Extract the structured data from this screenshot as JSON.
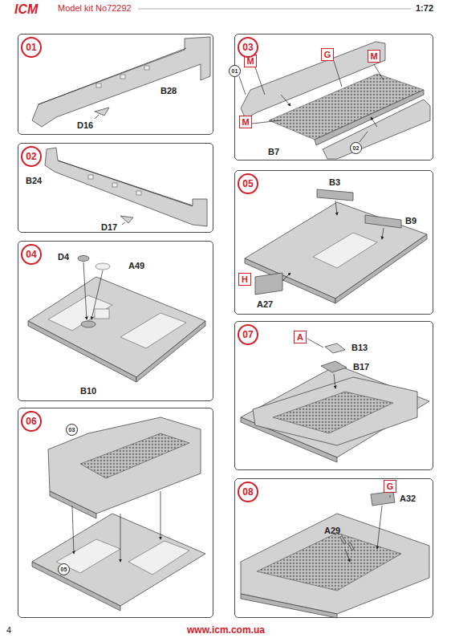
{
  "diagram": {
    "nodes": [
      {
        "text": [
          "01"
        ]
      },
      {
        "text": [
          "03"
        ]
      },
      {
        "text": [
          "G"
        ],
        "in": 1
      },
      {
        "text": [
          "M"
        ],
        "in": 1
      },
      {
        "text": [
          "M"
        ],
        "in": 1
      },
      {
        "text": [
          "01"
        ],
        "in": 1
      },
      {
        "text": [
          "M"
        ],
        "in": 1
      },
      {
        "text": [
          "02"
        ],
        "in": 1
      },
      {
        "text": [
          "02"
        ]
      },
      {
        "text": [
          "05"
        ]
      },
      {
        "text": [
          "H"
        ],
        "in": 9
      },
      {
        "text": [
          "04"
        ]
      },
      {
        "text": [
          "07"
        ]
      },
      {
        "text": [
          "A"
        ],
        "in": 12
      },
      {
        "text": [
          "06"
        ]
      },
      {
        "text": [
          "03"
        ],
        "in": 14
      },
      {
        "text": [
          "05"
        ],
        "in": 14
      },
      {
        "text": [
          "08"
        ]
      },
      {
        "text": [
          "G"
        ],
        "in": 17
      }
    ],
    "labels": [
      "ICM",
      "Model kit No72292",
      "1:72",
      "B28",
      "D16",
      "B24",
      "D17",
      "B7",
      "D4",
      "A49",
      "B10",
      "B3",
      "B9",
      "A27",
      "B13",
      "B17",
      "A29",
      "A32",
      "4",
      "www.icm.com.ua"
    ]
  }
}
